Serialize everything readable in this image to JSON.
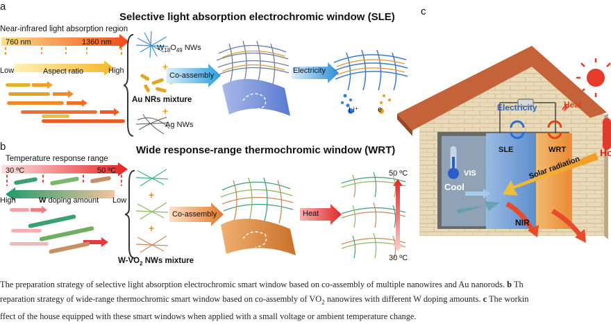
{
  "panel_a": {
    "letter": "a",
    "title": "Selective light absorption electrochromic window (SLE)",
    "nir_range_label": "Near-infrared light absorption region",
    "wavelength_low": "760 nm",
    "wavelength_high": "1360 nm",
    "aspect_low": "Low",
    "aspect_label": "Aspect ratio",
    "aspect_high": "High",
    "w18o49_prefix": "W",
    "w18o49_sub1": "18",
    "w18o49_mid": "O",
    "w18o49_sub2": "49",
    "w18o49_suffix": " NWs",
    "plus": "+",
    "au_label": "Au NRs mixture",
    "ag_label": "Ag NWs",
    "coassembly": "Co-assembly",
    "electricity": "Electricity",
    "li_label": "Li⁺",
    "e_label": "e"
  },
  "panel_b": {
    "letter": "b",
    "title": "Wide response-range thermochromic window (WRT)",
    "temp_range_label": "Temperature response range",
    "temp_low": "30 ºC",
    "temp_high": "50 ºC",
    "doping_high": "High",
    "doping_w": "W",
    "doping_label": " doping amount",
    "doping_low": "Low",
    "mixture_prefix": "W-VO",
    "mixture_sub": "2",
    "mixture_suffix": " NWs mixture",
    "coassembly": "Co-assembly",
    "heat": "Heat",
    "scale_top": "50 ºC",
    "scale_bottom": "30 ºC"
  },
  "panel_c": {
    "letter": "c",
    "electricity": "Electricity",
    "heat": "Heat",
    "sle": "SLE",
    "wrt": "WRT",
    "vis": "VIS",
    "cool": "Cool",
    "solar": "Solar radiation",
    "nir": "NIR",
    "hot": "Ho"
  },
  "caption": {
    "line1_a": "The preparation strategy of selective light absorption electrochromic smart window based on co-assembly of multiple nanowires and Au nanorods. ",
    "line1_b_bold": "b",
    "line1_c": " Th",
    "line2_a": "reparation strategy of wide-range thermochromic smart window based on co-assembly of VO",
    "line2_sub": "2",
    "line2_b": " nanowires with different W doping amounts. ",
    "line2_c_bold": "c",
    "line2_d": " The workin",
    "line3": "ffect of the house equipped with these smart windows when applied with a small voltage or ambient temperature change."
  },
  "colors": {
    "orange": "#f26b1d",
    "red": "#e02020",
    "yellow": "#f5c530",
    "blue": "#3fa7e0",
    "roof": "#c8663d",
    "wall": "#e8d9b8",
    "window_blue": "#7fb4e8",
    "window_orange": "#f5a64a"
  }
}
